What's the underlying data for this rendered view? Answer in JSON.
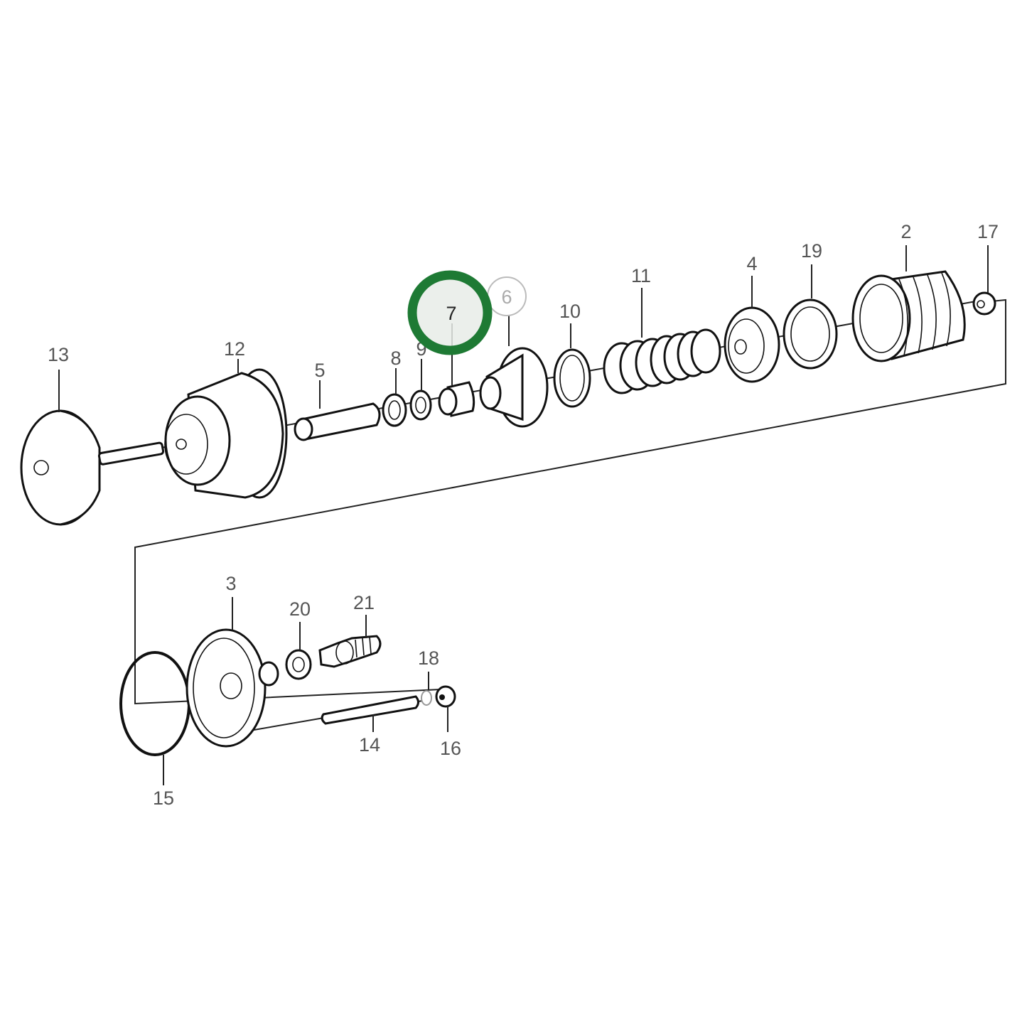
{
  "diagram": {
    "type": "exploded-parts-diagram",
    "highlight": {
      "part": "7",
      "ring_color": "#1e7a34",
      "fill_color": "#e8ece8"
    },
    "circled_reference": {
      "part": "6",
      "ring_color": "#bbbbbb"
    },
    "labels": {
      "p2": "2",
      "p3": "3",
      "p4": "4",
      "p5": "5",
      "p6": "6",
      "p7": "7",
      "p8": "8",
      "p9": "9",
      "p10": "10",
      "p11": "11",
      "p12": "12",
      "p13": "13",
      "p14": "14",
      "p15": "15",
      "p16": "16",
      "p17": "17",
      "p18": "18",
      "p19": "19",
      "p20": "20",
      "p21": "21"
    }
  }
}
